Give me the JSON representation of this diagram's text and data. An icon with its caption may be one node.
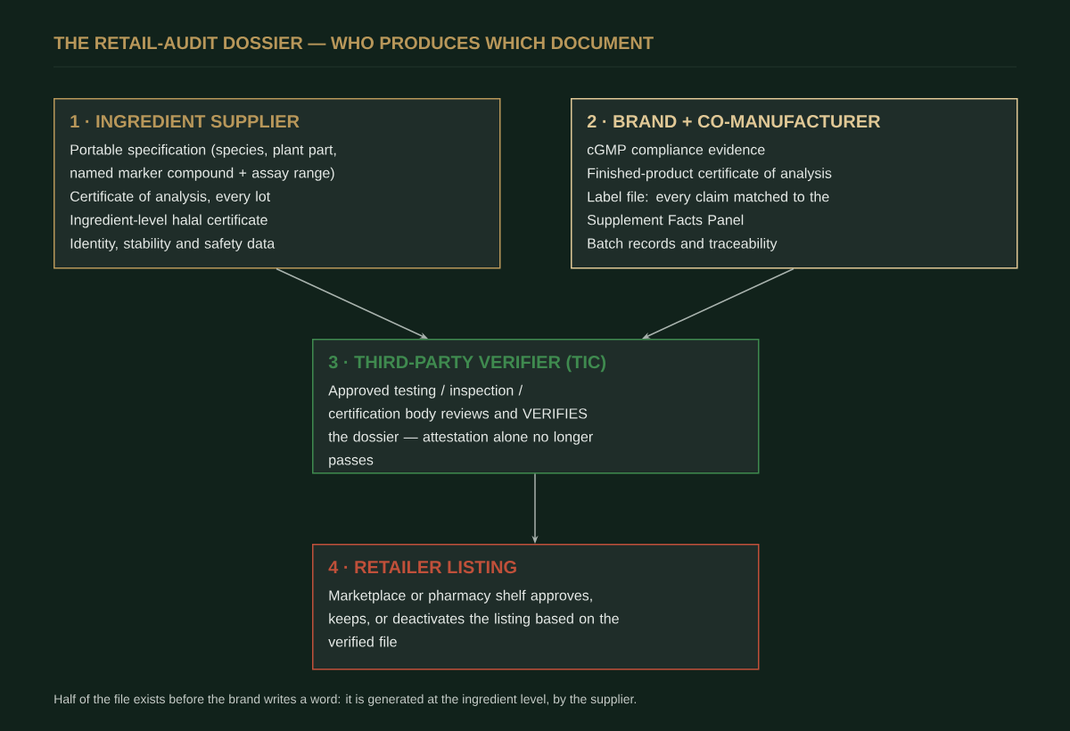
{
  "diagram": {
    "title": "THE RETAIL-AUDIT DOSSIER — WHO PRODUCES WHICH DOCUMENT",
    "caption": "Half of the file exists before the brand writes a word: it is generated at the ingredient level, by the supplier.",
    "nodes": [
      {
        "text": [
          "1 · INGREDIENT SUPPLIER",
          "Portable specification (species, plant part, named marker compound + assay range)",
          "Certificate of analysis, every lot",
          "Ingredient-level halal certificate",
          "Identity, stability and safety data"
        ]
      },
      {
        "text": [
          "2 · BRAND + CO-MANUFACTURER",
          "cGMP compliance evidence",
          "Finished-product certificate of analysis",
          "Label file: every claim matched to the Supplement Facts Panel",
          "Batch records and traceability"
        ]
      },
      {
        "text": [
          "3 · THIRD-PARTY VERIFIER (TIC)",
          "Approved testing / inspection / certification body reviews and VERIFIES the dossier — attestation alone no longer passes"
        ]
      },
      {
        "text": [
          "4 · RETAILER LISTING",
          "Marketplace or pharmacy shelf approves, keeps, or deactivates the listing based on the verified file"
        ]
      }
    ],
    "edges": [
      {
        "from": 0,
        "to": 2,
        "arrow": "to"
      },
      {
        "from": 1,
        "to": 2,
        "arrow": "to"
      },
      {
        "from": 2,
        "to": 3,
        "arrow": "to"
      }
    ]
  }
}
